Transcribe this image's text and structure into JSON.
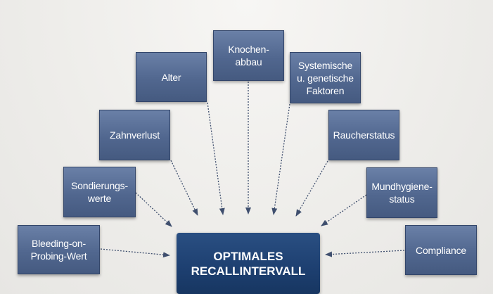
{
  "diagram": {
    "center": {
      "label": "OPTIMALES\nRECALLINTERVALL"
    },
    "factors": [
      {
        "id": "bleeding",
        "label": "Bleeding-on-\nProbing-Wert"
      },
      {
        "id": "sondierung",
        "label": "Sondierungs-\nwerte"
      },
      {
        "id": "zahnverlust",
        "label": "Zahnverlust"
      },
      {
        "id": "alter",
        "label": "Alter"
      },
      {
        "id": "knochen",
        "label": "Knochen-\nabbau"
      },
      {
        "id": "systemisch",
        "label": "Systemische\nu. genetische\nFaktoren"
      },
      {
        "id": "raucher",
        "label": "Raucherstatus"
      },
      {
        "id": "mundhygiene",
        "label": "Mundhygiene-\nstatus"
      },
      {
        "id": "compliance",
        "label": "Compliance"
      }
    ],
    "colors": {
      "factor_box": "#51678f",
      "center_box": "#1d3f70",
      "arrow": "#3f4f6e"
    }
  }
}
